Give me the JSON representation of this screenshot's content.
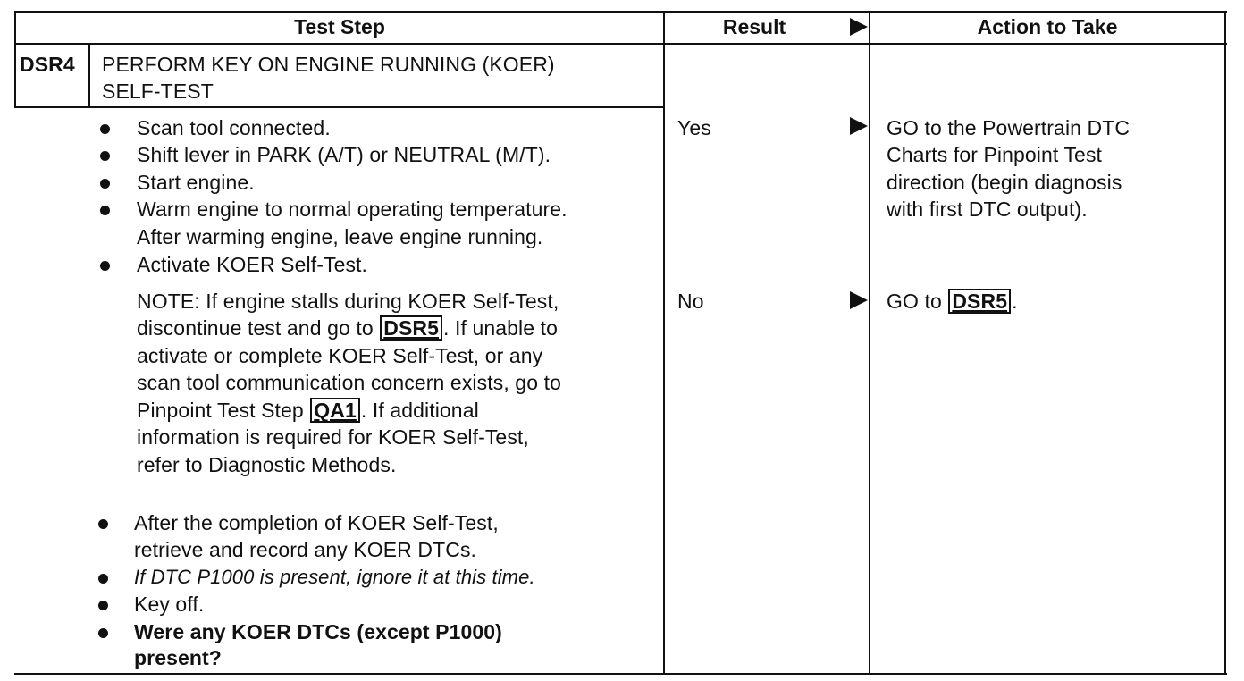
{
  "header": {
    "test_step": "Test Step",
    "result": "Result",
    "action": "Action to Take"
  },
  "step": {
    "id": "DSR4",
    "title_line1": "PERFORM KEY ON ENGINE RUNNING (KOER)",
    "title_line2": "SELF-TEST"
  },
  "bullets_group1": [
    "Scan tool connected.",
    "Shift lever in PARK (A/T) or NEUTRAL (M/T).",
    "Start engine.",
    "Warm engine to normal operating temperature.",
    "After warming engine, leave engine running.",
    "Activate KOER Self-Test."
  ],
  "note": {
    "l1": "NOTE: If engine stalls during KOER Self-Test,",
    "l2_pre": "discontinue test and go to ",
    "l2_ref": "DSR5",
    "l2_post": ". If unable to",
    "l3": "activate or complete KOER Self-Test, or any",
    "l4": "scan tool communication concern exists, go to",
    "l5_pre": "Pinpoint Test Step ",
    "l5_ref": "QA1",
    "l5_post": ". If additional",
    "l6": "information is required for KOER Self-Test,",
    "l7": "refer to Diagnostic Methods."
  },
  "bullets_group2": {
    "b1_l1": "After the completion of KOER Self-Test,",
    "b1_l2": "retrieve and record any KOER DTCs.",
    "b2": "If DTC P1000 is present, ignore it at this time.",
    "b3": "Key off.",
    "b4_l1": "Were any KOER DTCs (except P1000)",
    "b4_l2": "present?"
  },
  "results": {
    "yes": "Yes",
    "no": "No"
  },
  "actions": {
    "yes_l1": "GO to the Powertrain DTC",
    "yes_l2": "Charts for Pinpoint Test",
    "yes_l3": "direction (begin diagnosis",
    "yes_l4": "with first DTC output).",
    "no_pre": "GO to ",
    "no_ref": "DSR5",
    "no_post": "."
  }
}
